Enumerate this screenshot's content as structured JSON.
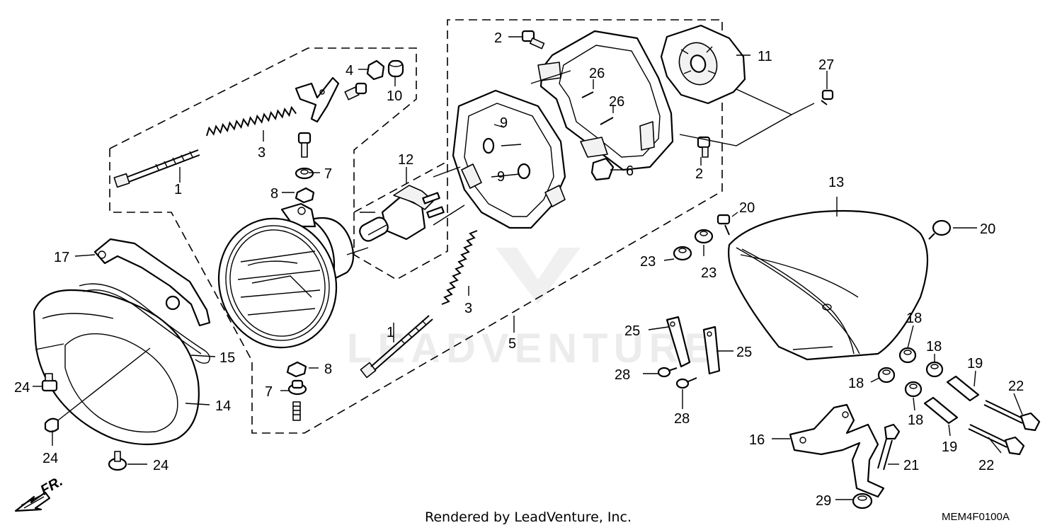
{
  "callouts": [
    {
      "id": "c1a",
      "text": "1"
    },
    {
      "id": "c1b",
      "text": "1"
    },
    {
      "id": "c2a",
      "text": "2"
    },
    {
      "id": "c2b",
      "text": "2"
    },
    {
      "id": "c3a",
      "text": "3"
    },
    {
      "id": "c3b",
      "text": "3"
    },
    {
      "id": "c4",
      "text": "4"
    },
    {
      "id": "c5",
      "text": "5"
    },
    {
      "id": "c6",
      "text": "6"
    },
    {
      "id": "c7a",
      "text": "7"
    },
    {
      "id": "c7b",
      "text": "7"
    },
    {
      "id": "c8a",
      "text": "8"
    },
    {
      "id": "c8b",
      "text": "8"
    },
    {
      "id": "c9a",
      "text": "9"
    },
    {
      "id": "c9b",
      "text": "9"
    },
    {
      "id": "c10",
      "text": "10"
    },
    {
      "id": "c11",
      "text": "11"
    },
    {
      "id": "c12",
      "text": "12"
    },
    {
      "id": "c13",
      "text": "13"
    },
    {
      "id": "c14",
      "text": "14"
    },
    {
      "id": "c15",
      "text": "15"
    },
    {
      "id": "c16",
      "text": "16"
    },
    {
      "id": "c17",
      "text": "17"
    },
    {
      "id": "c18a",
      "text": "18"
    },
    {
      "id": "c18b",
      "text": "18"
    },
    {
      "id": "c18c",
      "text": "18"
    },
    {
      "id": "c18d",
      "text": "18"
    },
    {
      "id": "c19a",
      "text": "19"
    },
    {
      "id": "c19b",
      "text": "19"
    },
    {
      "id": "c20a",
      "text": "20"
    },
    {
      "id": "c20b",
      "text": "20"
    },
    {
      "id": "c21",
      "text": "21"
    },
    {
      "id": "c22a",
      "text": "22"
    },
    {
      "id": "c22b",
      "text": "22"
    },
    {
      "id": "c23a",
      "text": "23"
    },
    {
      "id": "c23b",
      "text": "23"
    },
    {
      "id": "c24a",
      "text": "24"
    },
    {
      "id": "c24b",
      "text": "24"
    },
    {
      "id": "c24c",
      "text": "24"
    },
    {
      "id": "c25a",
      "text": "25"
    },
    {
      "id": "c25b",
      "text": "25"
    },
    {
      "id": "c26a",
      "text": "26"
    },
    {
      "id": "c26b",
      "text": "26"
    },
    {
      "id": "c27",
      "text": "27"
    },
    {
      "id": "c28a",
      "text": "28"
    },
    {
      "id": "c28b",
      "text": "28"
    },
    {
      "id": "c29",
      "text": "29"
    }
  ],
  "front_arrow_label": "FR.",
  "credit": "Rendered by LeadVenture, Inc.",
  "diagram_code": "MEM4F0100A",
  "watermark": "LEADVENTURE"
}
